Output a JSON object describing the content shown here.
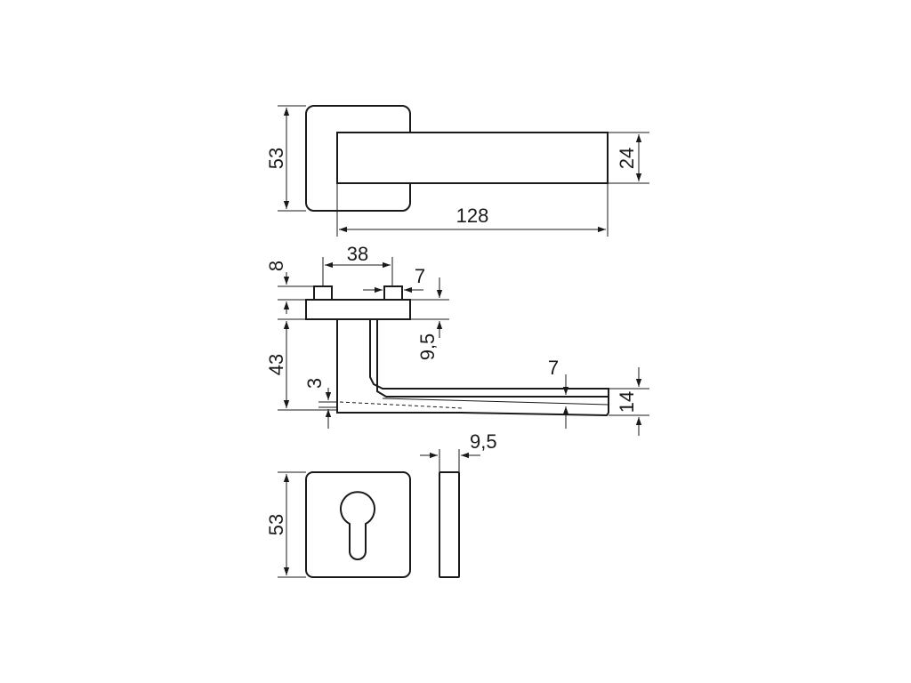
{
  "dimensions": {
    "top_rose_height": "53",
    "lever_height": "24",
    "lever_length": "128",
    "spindle_spacing": "38",
    "rose_thickness": "8",
    "pin_size": "7",
    "neck_offset": "9,5",
    "projection": "43",
    "gap": "3",
    "tip_offset": "7",
    "lever_tip_height": "14",
    "escutcheon_thickness": "9,5",
    "escutcheon_height": "53"
  }
}
